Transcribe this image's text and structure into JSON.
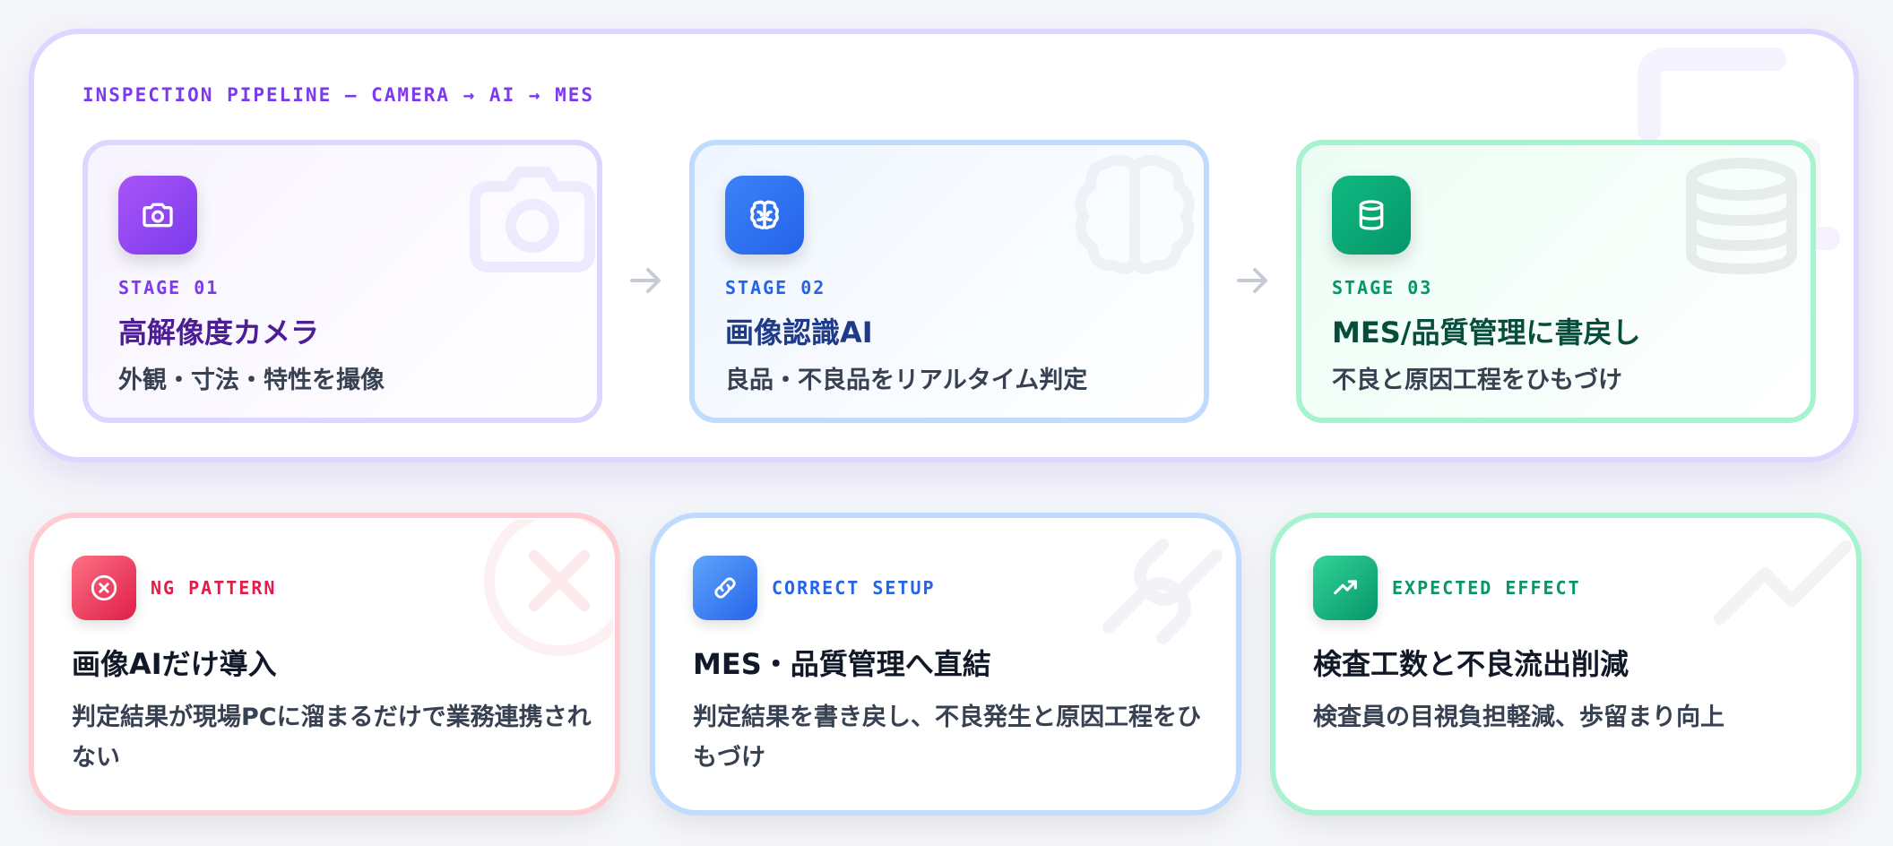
{
  "pipeline": {
    "label": "INSPECTION PIPELINE — CAMERA → AI → MES",
    "stages": [
      {
        "number": "STAGE 01",
        "title": "高解像度カメラ",
        "description": "外観・寸法・特性を撮像",
        "icon": "camera-icon",
        "accent": "#7c3aed"
      },
      {
        "number": "STAGE 02",
        "title": "画像認識AI",
        "description": "良品・不良品をリアルタイム判定",
        "icon": "brain-icon",
        "accent": "#2563eb"
      },
      {
        "number": "STAGE 03",
        "title": "MES/品質管理に書戻し",
        "description": "不良と原因工程をひもづけ",
        "icon": "database-icon",
        "accent": "#059669"
      }
    ]
  },
  "cards": [
    {
      "tag": "NG PATTERN",
      "title": "画像AIだけ導入",
      "description": "判定結果が現場PCに溜まるだけで業務連携されない",
      "icon": "x-circle-icon",
      "accent": "#e11d48"
    },
    {
      "tag": "CORRECT SETUP",
      "title": "MES・品質管理へ直結",
      "description": "判定結果を書き戻し、不良発生と原因工程をひもづけ",
      "icon": "link-icon",
      "accent": "#2563eb"
    },
    {
      "tag": "EXPECTED EFFECT",
      "title": "検査工数と不良流出削減",
      "description": "検査員の目視負担軽減、歩留まり向上",
      "icon": "trending-up-icon",
      "accent": "#059669"
    }
  ]
}
